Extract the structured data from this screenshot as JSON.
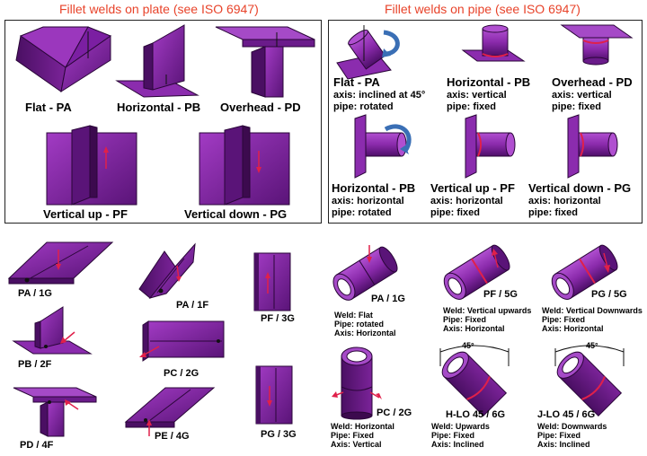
{
  "titles": {
    "plate": "Fillet welds on plate (see ISO 6947)",
    "pipe": "Fillet welds on pipe (see ISO 6947)"
  },
  "plate": {
    "pa": "Flat - PA",
    "pb": "Horizontal - PB",
    "pd": "Overhead - PD",
    "pf": "Vertical up - PF",
    "pg": "Vertical down - PG"
  },
  "pipe": {
    "pa": {
      "name": "Flat - PA",
      "l1": "axis: inclined at 45°",
      "l2": "pipe: rotated"
    },
    "pb_v": {
      "name": "Horizontal - PB",
      "l1": "axis: vertical",
      "l2": "pipe: fixed"
    },
    "pd": {
      "name": "Overhead - PD",
      "l1": "axis: vertical",
      "l2": "pipe: fixed"
    },
    "pb_h": {
      "name": "Horizontal - PB",
      "l1": "axis: horizontal",
      "l2": "pipe: rotated"
    },
    "pf": {
      "name": "Vertical up - PF",
      "l1": "axis: horizontal",
      "l2": "pipe: fixed"
    },
    "pg": {
      "name": "Vertical down - PG",
      "l1": "axis: horizontal",
      "l2": "pipe: fixed"
    }
  },
  "bottom": {
    "pa1g": "PA / 1G",
    "pa1f": "PA / 1F",
    "pf3g": "PF / 3G",
    "pb2f": "PB / 2F",
    "pc2g": "PC / 2G",
    "pd4f": "PD / 4F",
    "pe4g": "PE / 4G",
    "pg3g": "PG / 3G"
  },
  "pipes_bottom": {
    "p1": {
      "tag": "PA / 1G",
      "l1": "Weld: Flat",
      "l2": "Pipe: rotated",
      "l3": "Axis: Horizontal"
    },
    "p2": {
      "tag": "PF / 5G",
      "l1": "Weld: Vertical upwards",
      "l2": "Pipe: Fixed",
      "l3": "Axis: Horizontal"
    },
    "p3": {
      "tag": "PG / 5G",
      "l1": "Weld: Vertical Downwards",
      "l2": "Pipe: Fixed",
      "l3": "Axis: Horizontal"
    },
    "p4": {
      "tag": "PC / 2G",
      "l1": "Weld: Horizontal",
      "l2": "Pipe: Fixed",
      "l3": "Axis: Vertical"
    },
    "p5": {
      "tag": "H-LO 45 / 6G",
      "angle": "45°",
      "l1": "Weld: Upwards",
      "l2": "Pipe: Fixed",
      "l3": "Axis: Inclined"
    },
    "p6": {
      "tag": "J-LO 45 / 6G",
      "angle": "45°",
      "l1": "Weld: Downwards",
      "l2": "Pipe: Fixed",
      "l3": "Axis: Inclined"
    }
  },
  "colors": {
    "purple": "#7b1fa2",
    "dark": "#3c0a4e",
    "weld": "#e0204a",
    "arrow": "#3a6fb5"
  }
}
